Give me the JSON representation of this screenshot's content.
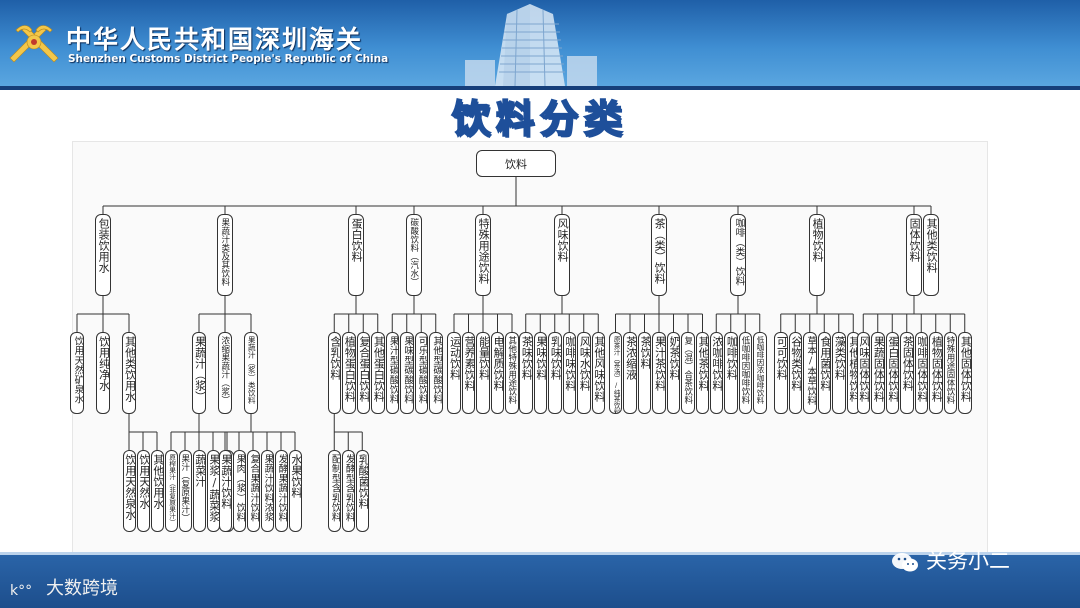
{
  "header": {
    "title_cn": "中华人民共和国深圳海关",
    "title_en": "Shenzhen Customs District People's Republic of China",
    "icon": "customs-emblem-icon"
  },
  "slide": {
    "title": "饮料分类"
  },
  "diagram": {
    "root": "饮料",
    "categories": [
      {
        "label": "包装饮用水",
        "children": [
          {
            "label": "饮用天然矿泉水"
          },
          {
            "label": "饮用纯净水"
          },
          {
            "label": "其他类饮用水",
            "children": [
              "饮用天然泉水",
              "饮用天然水",
              "其他饮用水"
            ]
          }
        ]
      },
      {
        "label": "果蔬汁类及其饮料",
        "children": [
          {
            "label": "果蔬汁（浆）",
            "children": [
              "原榨果汁（非复原果汁）",
              "果汁（复原果汁）",
              "蔬菜汁",
              "果浆/蔬菜浆",
              "复合果蔬汁（浆）"
            ]
          },
          {
            "label": "浓缩果蔬汁（浆）"
          },
          {
            "label": "果蔬汁（浆）类饮料",
            "children": [
              "果蔬汁饮料",
              "果肉（浆）饮料",
              "复合果蔬汁饮料",
              "果蔬汁饮料浓浆",
              "发酵果蔬汁饮料",
              "水果饮料"
            ]
          }
        ]
      },
      {
        "label": "蛋白饮料",
        "children": [
          {
            "label": "含乳饮料",
            "children": [
              "配制型含乳饮料",
              "发酵型含乳饮料",
              "乳酸菌饮料"
            ]
          },
          {
            "label": "植物蛋白饮料"
          },
          {
            "label": "复合蛋白饮料"
          },
          {
            "label": "其他蛋白饮料"
          }
        ]
      },
      {
        "label": "碳酸饮料（汽水）",
        "children": [
          "果汁型碳酸饮料",
          "果味型碳酸饮料",
          "可乐型碳酸饮料",
          "其他型碳酸饮料"
        ]
      },
      {
        "label": "特殊用途饮料",
        "children": [
          "运动饮料",
          "营养素饮料",
          "能量饮料",
          "电解质饮料",
          "其他特殊用途饮料"
        ]
      },
      {
        "label": "风味饮料",
        "children": [
          "茶味饮料",
          "果味饮料",
          "乳味饮料",
          "咖啡味饮料",
          "风味水饮料",
          "其他风味饮料"
        ]
      },
      {
        "label": "茶（类）饮料",
        "children": [
          "原茶汁（茶汤）/纯茶饮料",
          "茶浓缩液",
          "茶饮料",
          "果汁茶饮料",
          "奶茶饮料",
          "复（混）合茶饮料",
          "其他茶饮料"
        ]
      },
      {
        "label": "咖啡（类）饮料",
        "children": [
          "浓咖啡饮料",
          "咖啡饮料",
          "低咖啡因咖啡饮料",
          "低咖啡因浓咖啡饮料"
        ]
      },
      {
        "label": "植物饮料",
        "children": [
          "可可饮料",
          "谷物类饮料",
          "草本/本草饮料",
          "食用菌饮料",
          "藻类饮料",
          "其他植物饮料"
        ]
      },
      {
        "label": "固体饮料",
        "children": [
          "风味固体饮料",
          "果蔬固体饮料",
          "蛋白固体饮料",
          "茶固体饮料",
          "咖啡固体饮料",
          "植物固体饮料",
          "特殊用途固体饮料",
          "其他固体饮料"
        ]
      },
      {
        "label": "其他类饮料"
      }
    ]
  },
  "footer": {
    "watermark_left": "大数跨境",
    "watermark_left_icon": "dashuju-logo-icon",
    "watermark_right": "关务小二",
    "watermark_right_icon": "wechat-icon"
  },
  "colors": {
    "header_blue": "#2f78c0",
    "title_stroke": "#1e4f9a",
    "footer_blue": "#1d4e8c",
    "line": "#333333"
  }
}
